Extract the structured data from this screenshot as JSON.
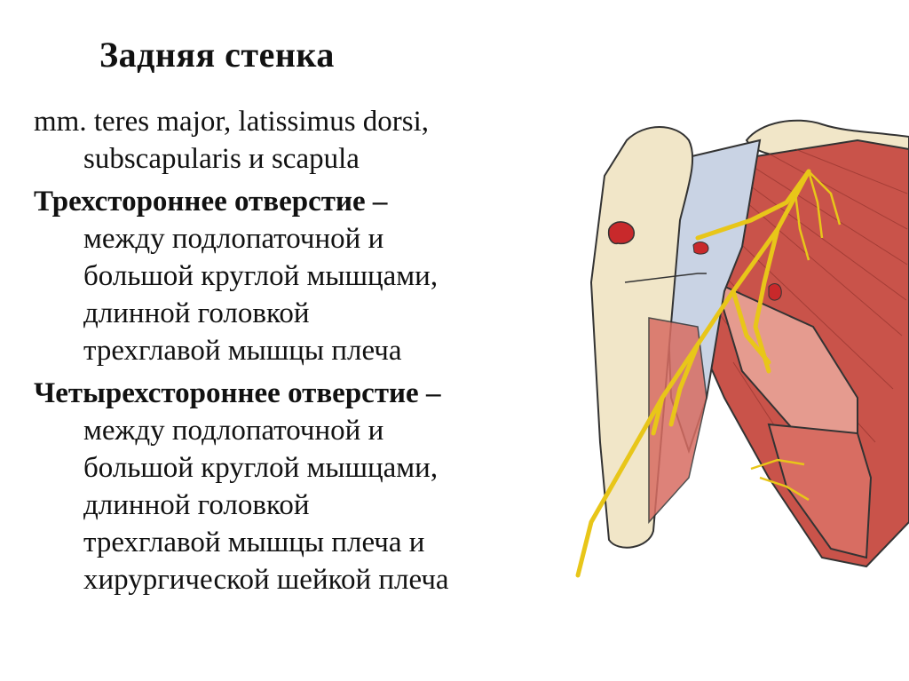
{
  "title": "Задняя стенка",
  "paragraphs": [
    {
      "lines": [
        "mm. teres major, latissimus dorsi,",
        "subscapularis и scapula"
      ],
      "bold": false
    },
    {
      "lines": [
        "Трехстороннее отверстие –",
        "между подлопаточной и",
        "большой круглой мышцами,",
        "длинной головкой",
        "трехглавой мышцы плеча"
      ],
      "bold_first": true
    },
    {
      "lines": [
        "Четырехстороннее отверстие –",
        "между подлопаточной и",
        "большой круглой мышцами,",
        "длинной головкой",
        "трехглавой мышцы плеча и",
        "хирургической шейкой плеча"
      ],
      "bold_first": true
    }
  ],
  "colors": {
    "muscle": "#c9534a",
    "muscle_light": "#e59b8f",
    "bone": "#f1e6c8",
    "tendon": "#c9d3e4",
    "nerve": "#e8c619",
    "vessel": "#c8292b"
  }
}
